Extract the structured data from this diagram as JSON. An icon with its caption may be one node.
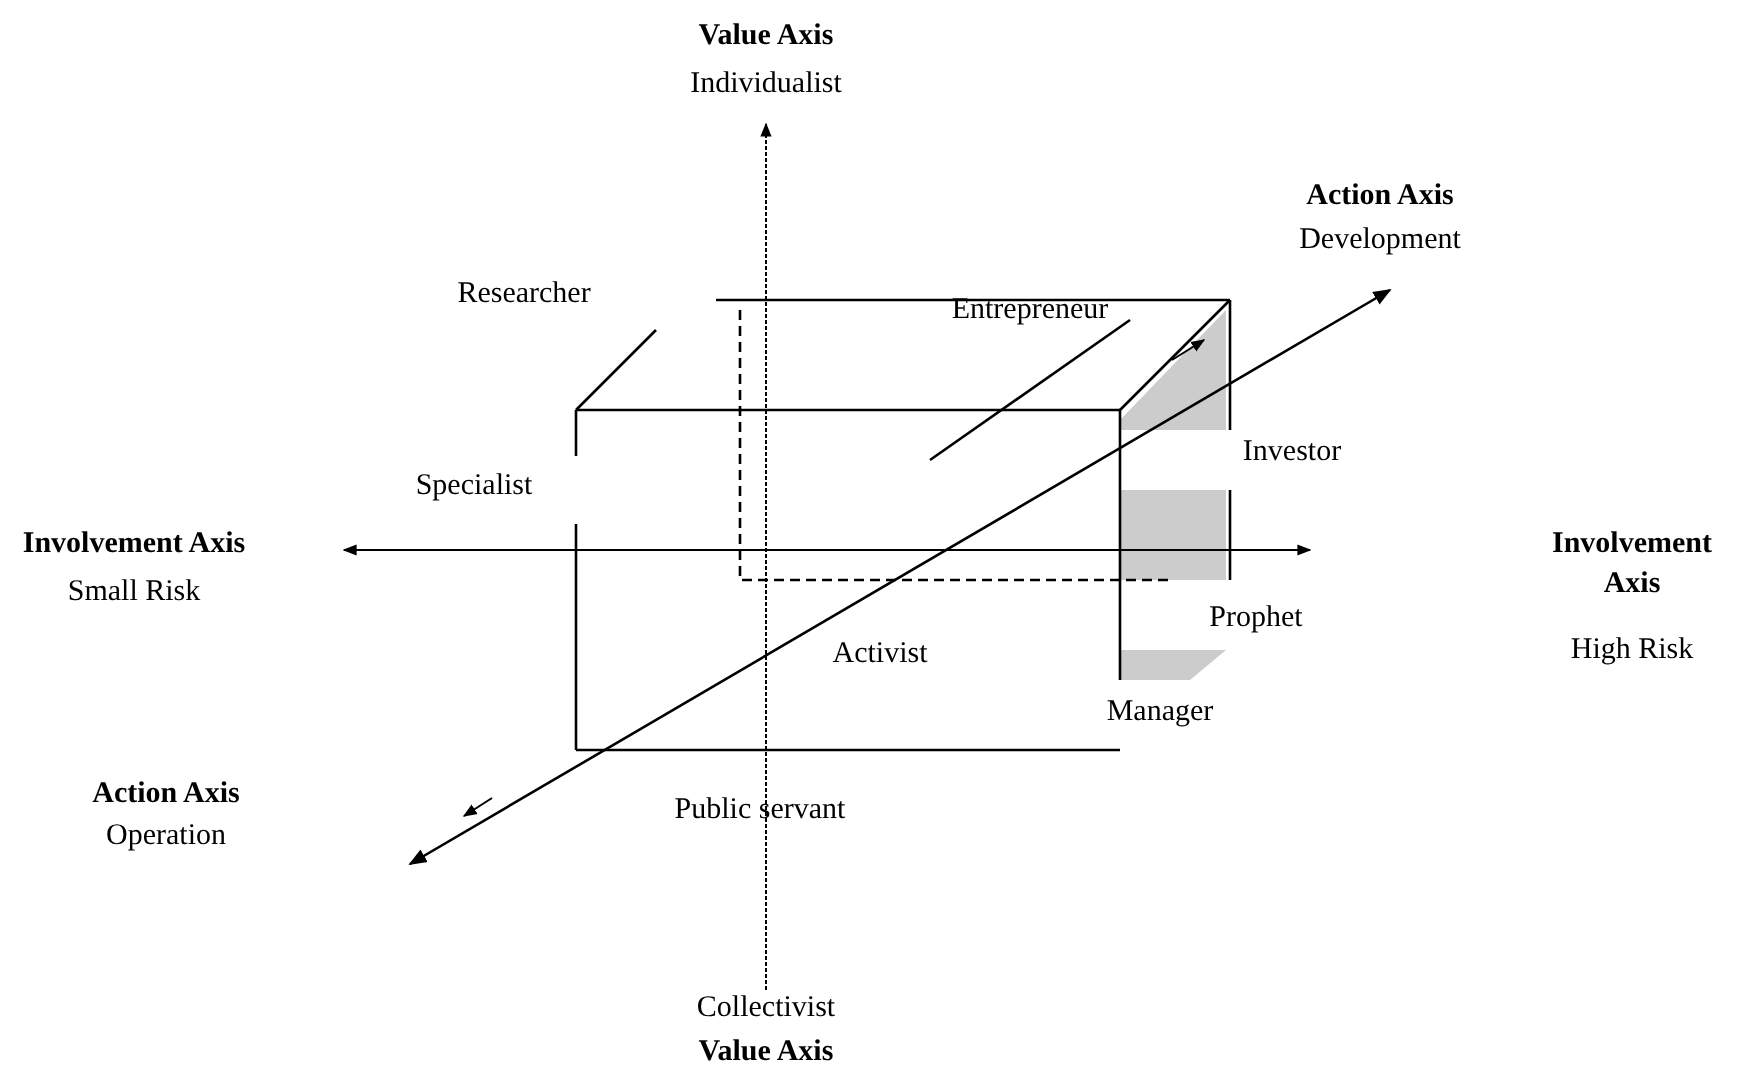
{
  "diagram": {
    "labels": [
      "Value Axis",
      "Individualist",
      "Action Axis",
      "Development",
      "Entrepreneur",
      "Researcher",
      "Specialist",
      "Investor",
      "Involvement Axis",
      "Small Risk",
      "Involvement Axis",
      "High Risk",
      "Prophet",
      "Activist",
      "Manager",
      "Action Axis",
      "Operation",
      "Public servant",
      "Collectivist",
      "Value Axis"
    ]
  }
}
